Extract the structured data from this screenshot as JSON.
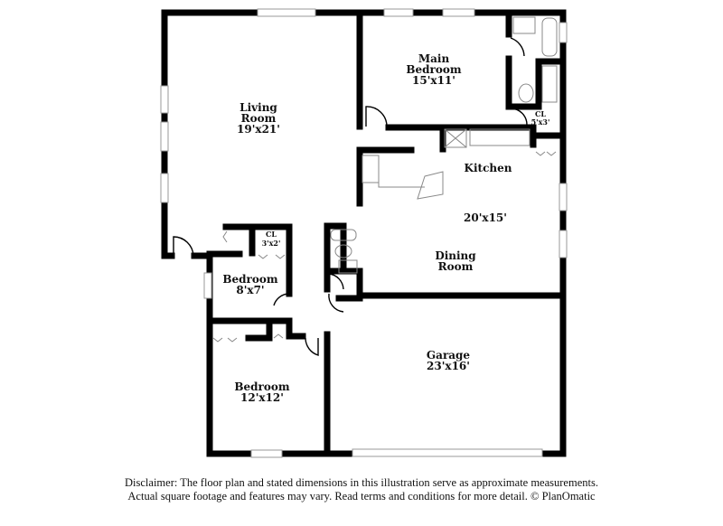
{
  "rooms": {
    "living_room": {
      "name_1": "Living",
      "name_2": "Room",
      "size": "19'x21'"
    },
    "main_bedroom": {
      "name_1": "Main",
      "name_2": "Bedroom",
      "size": "15'x11'"
    },
    "closet_main": {
      "name": "CL",
      "size": "5'x3'"
    },
    "kitchen": {
      "name": "Kitchen",
      "size": "20'x15'"
    },
    "dining_room": {
      "name_1": "Dining",
      "name_2": "Room"
    },
    "bedroom_small": {
      "name": "Bedroom",
      "size": "8'x7'"
    },
    "closet_small": {
      "name": "CL",
      "size": "3'x2'"
    },
    "bedroom_large": {
      "name": "Bedroom",
      "size": "12'x12'"
    },
    "garage": {
      "name": "Garage",
      "size": "23'x16'"
    }
  },
  "disclaimer": {
    "line1": "Disclaimer: The floor plan and stated dimensions in this illustration serve as approximate measurements.",
    "line2": "Actual square footage and features may vary. Read terms and conditions for more detail. © PlanOmatic"
  }
}
